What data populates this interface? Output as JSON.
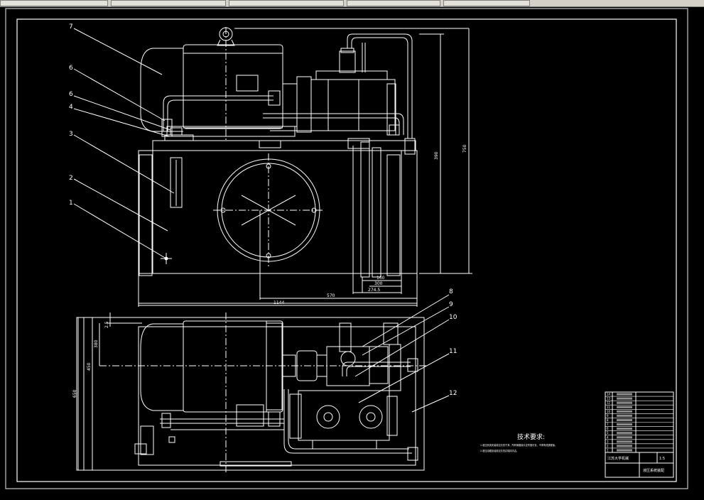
{
  "colors": {
    "background": "#000000",
    "line": "#ffffff",
    "frame": "#c8c8c8",
    "toolbar": "#d4d0c8"
  },
  "balloons": {
    "left": [
      "7",
      "6",
      "6",
      "4",
      "3",
      "2",
      "1"
    ],
    "right": [
      "8",
      "9",
      "10",
      "11",
      "12"
    ]
  },
  "dimensions": {
    "d_750": "750",
    "d_390": "390",
    "d_160": "160",
    "d_300": "300",
    "d_274": "274.5",
    "d_570": "570",
    "d_1144": "1144",
    "d_25": "2.5",
    "d_380": "380",
    "d_450": "450",
    "d_650": "650"
  },
  "tech_requirements": {
    "title": "技术要求:",
    "line1": "1.液压系统安装前应清洗干净，所有管路接头应牢固可靠，不得有泄漏现象。",
    "line2": "2.液压油箱加油前应清洗并保持清洁。"
  },
  "title_block": {
    "row_labels": [
      "14",
      "13",
      "12",
      "11",
      "10",
      "9",
      "8",
      "7",
      "6",
      "5",
      "4",
      "3",
      "2",
      "1"
    ],
    "school": "江苏大学机械",
    "drawing_name": "液压系统装配",
    "scale": "1:5"
  }
}
